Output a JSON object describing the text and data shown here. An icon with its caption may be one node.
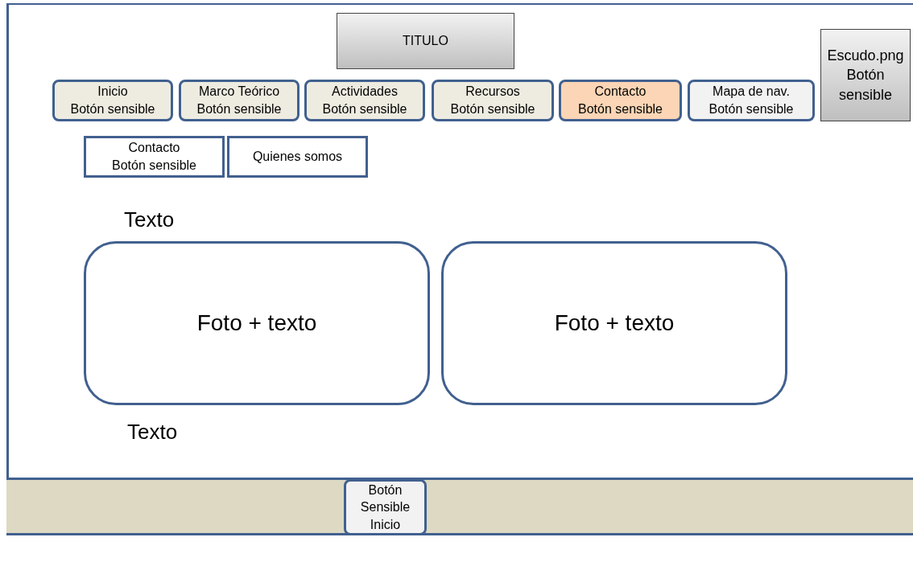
{
  "diagram": {
    "nodes": [
      {
        "text": [
          "TITULO"
        ]
      },
      {
        "text": [
          "Inicio",
          "Botón sensible"
        ]
      },
      {
        "text": [
          "Marco Teórico",
          "Botón sensible"
        ]
      },
      {
        "text": [
          "Actividades",
          "Botón sensible"
        ]
      },
      {
        "text": [
          "Recursos",
          "Botón sensible"
        ]
      },
      {
        "text": [
          "Contacto",
          "Botón sensible"
        ]
      },
      {
        "text": [
          "Mapa de nav.",
          "Botón sensible"
        ]
      },
      {
        "text": [
          "Escudo.png Botón sensible"
        ]
      },
      {
        "text": [
          "Contacto",
          "Botón sensible"
        ]
      },
      {
        "text": [
          "Quienes somos"
        ]
      },
      {
        "text": [
          "Foto + texto"
        ]
      },
      {
        "text": [
          "Foto + texto"
        ]
      },
      {
        "text": [
          "Botón Sensible Inicio"
        ]
      }
    ],
    "edges": [],
    "labels": [
      "Texto",
      "Texto"
    ]
  }
}
